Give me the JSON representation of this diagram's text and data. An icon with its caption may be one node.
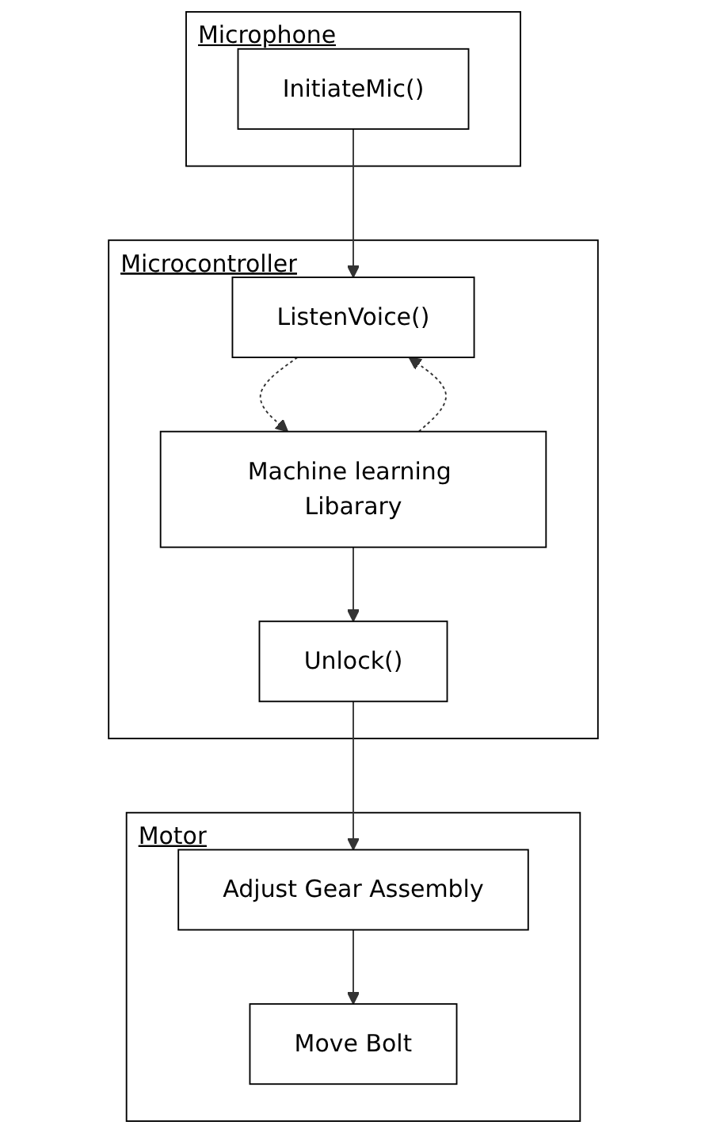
{
  "diagram": {
    "nodes": [
      {
        "text": [
          "Microphone"
        ]
      },
      {
        "text": [
          "InitiateMic()"
        ],
        "in": 0
      },
      {
        "text": [
          "Microcontroller"
        ]
      },
      {
        "text": [
          "Machine learning Libarary"
        ],
        "in": 2
      },
      {
        "text": [
          "ListenVoice()"
        ],
        "in": 2
      },
      {
        "text": [
          "Unlock()"
        ],
        "in": 2
      },
      {
        "text": [
          "Motor"
        ]
      },
      {
        "text": [
          "Adjust Gear Assembly"
        ],
        "in": 6
      },
      {
        "text": [
          "Move Bolt"
        ],
        "in": 6
      }
    ],
    "edges": [
      {
        "from": 1,
        "to": 4,
        "arrow": "to"
      },
      {
        "from": 4,
        "to": 3,
        "arrow": "to",
        "style": "dashed"
      },
      {
        "from": 3,
        "to": 4,
        "arrow": "to",
        "style": "dashed"
      },
      {
        "from": 3,
        "to": 5,
        "arrow": "to"
      },
      {
        "from": 5,
        "to": 7,
        "arrow": "to"
      },
      {
        "from": 7,
        "to": 8,
        "arrow": "to"
      }
    ]
  }
}
